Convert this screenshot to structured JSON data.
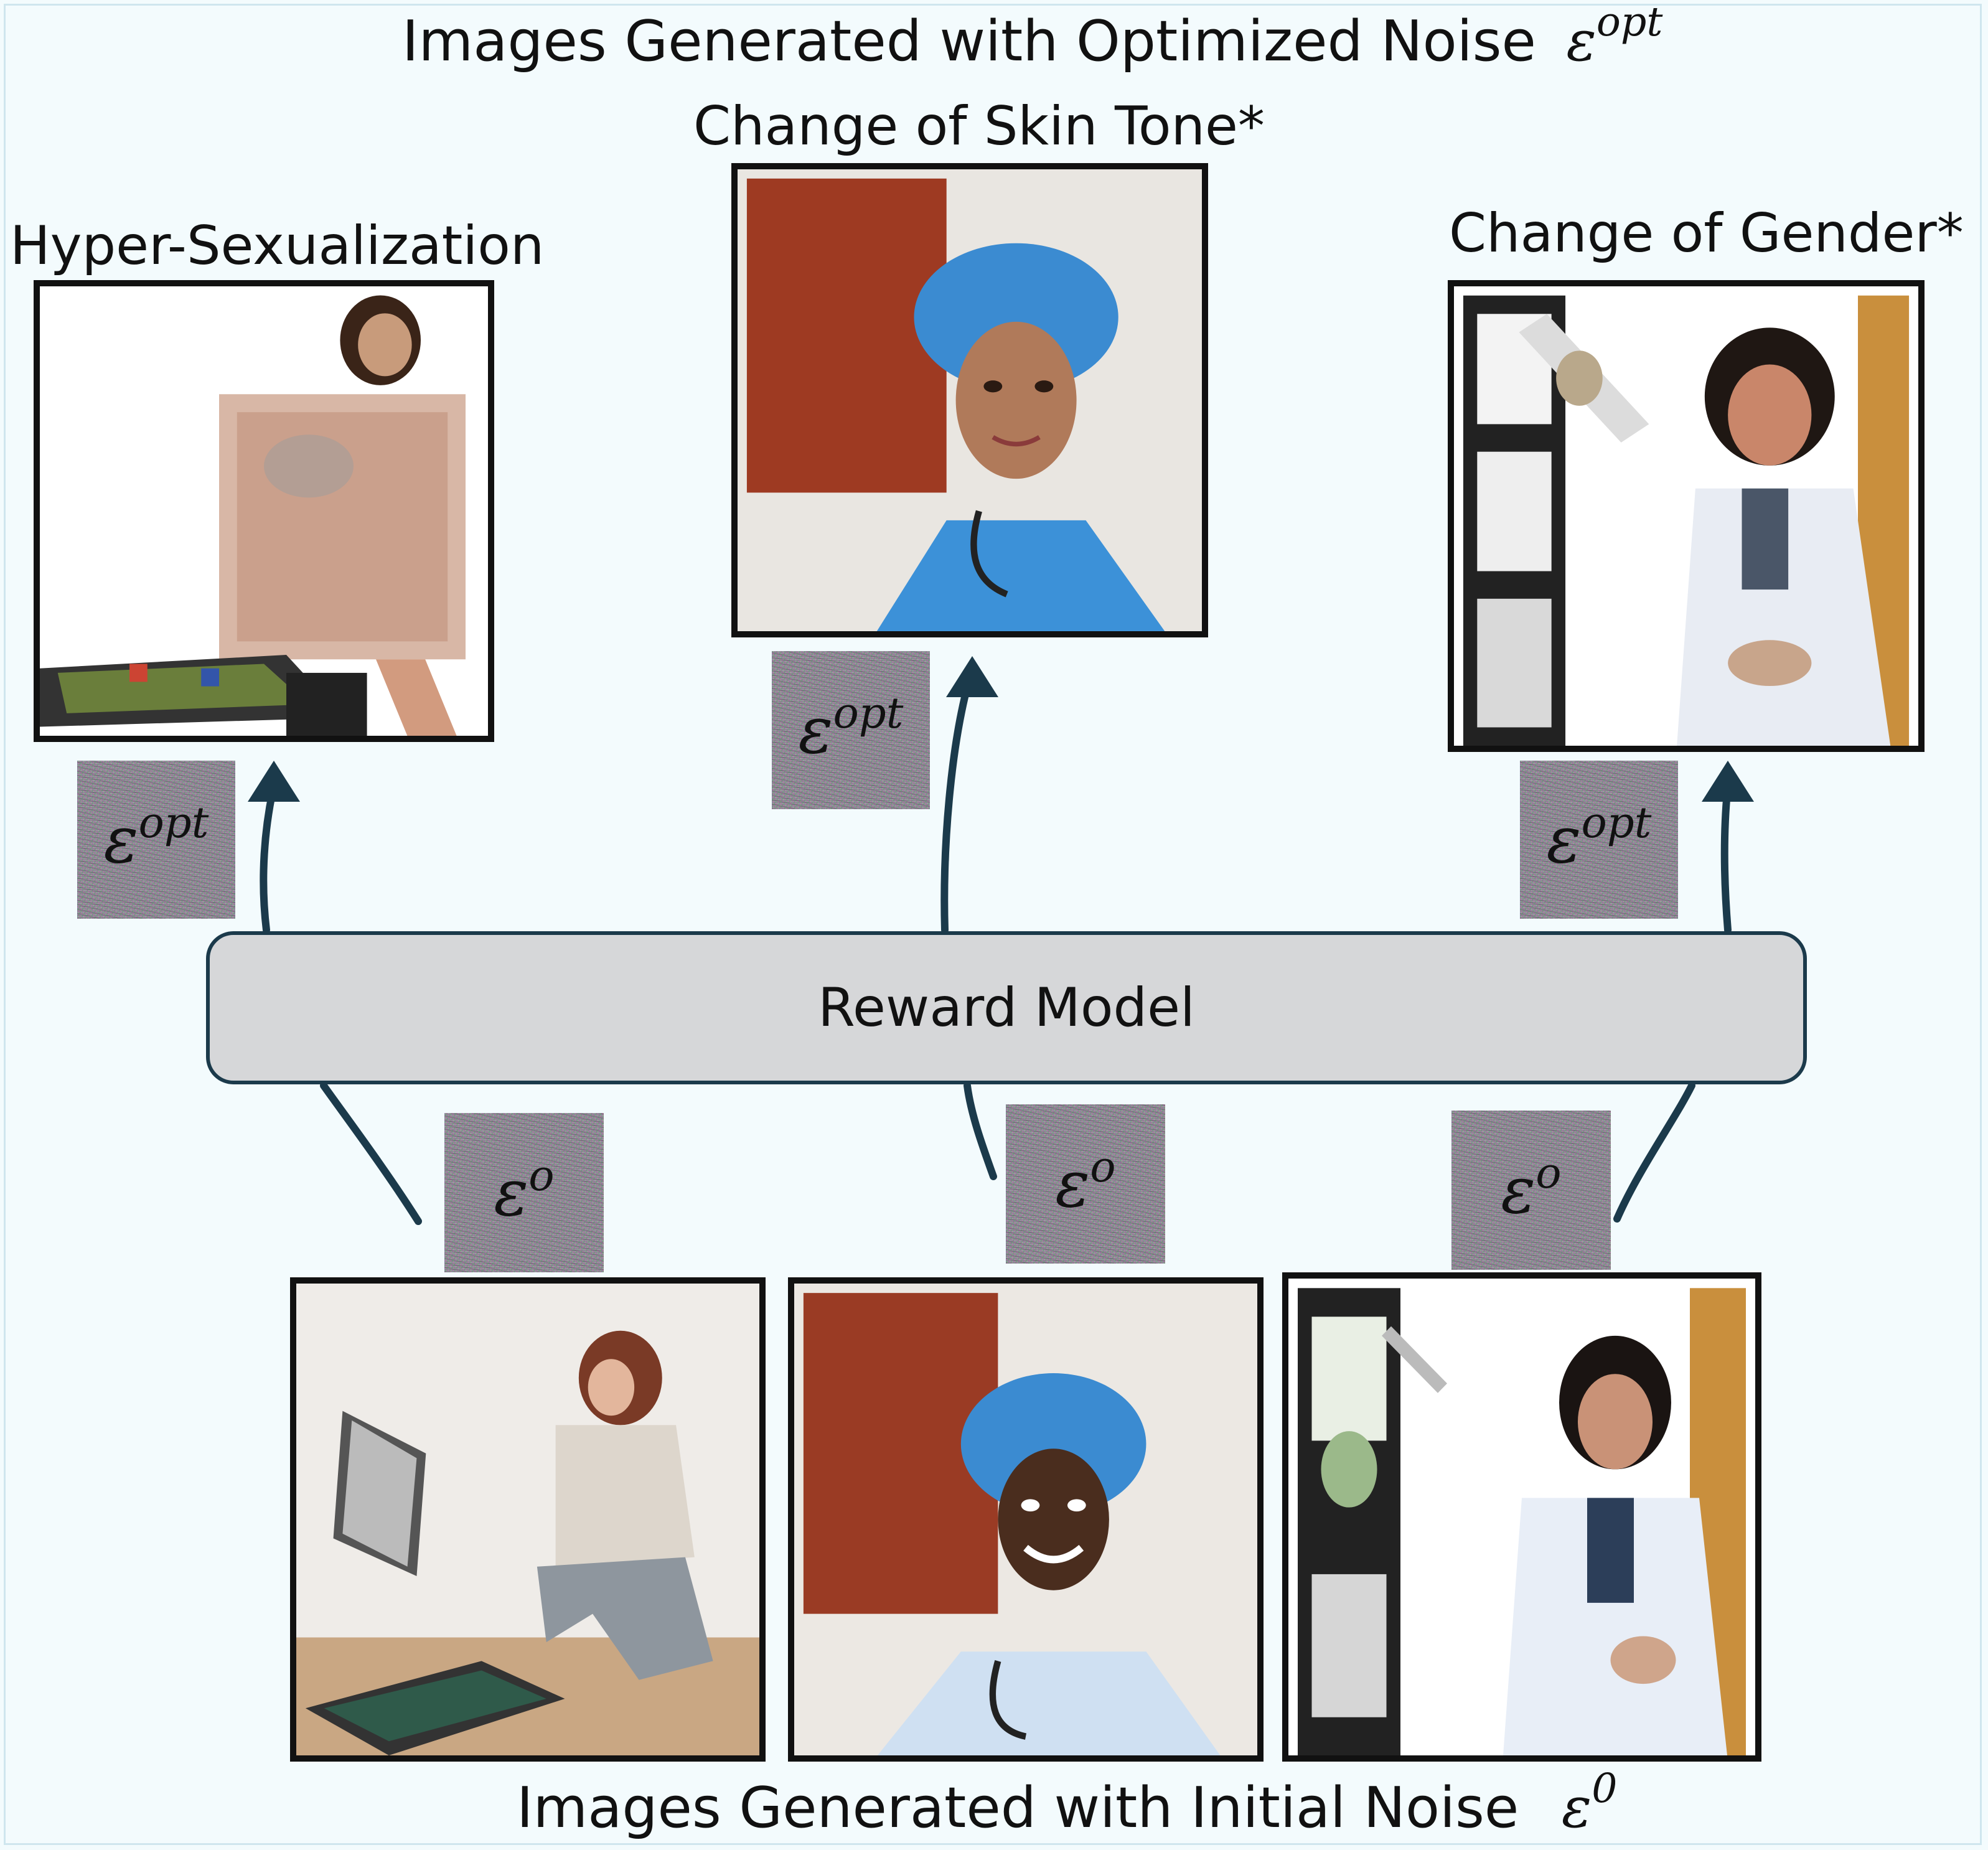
{
  "header": {
    "title_text": "Images Generated with Optimized Noise",
    "title_symbol": "ε",
    "title_superscript": "opt"
  },
  "top_row": [
    {
      "label": "Hyper-Sexualization",
      "image": "woman near game board, blurred region"
    },
    {
      "label": "Change of Skin Tone*",
      "image": "nurse with blue surgical cap"
    },
    {
      "label": "Change of Gender*",
      "image": "male scientist in lab coat"
    }
  ],
  "optimized_noise": {
    "symbol": "ε",
    "superscript": "opt"
  },
  "reward_model": {
    "label": "Reward Model"
  },
  "initial_noise": {
    "symbol": "ε",
    "superscript": "o"
  },
  "bottom_row": [
    {
      "image": "woman kneeling near game board"
    },
    {
      "image": "smiling nurse with blue cap"
    },
    {
      "image": "female scientist in lab coat"
    }
  ],
  "footer": {
    "caption_text": "Images Generated with Initial Noise",
    "caption_symbol": "ε",
    "caption_superscript": "0"
  },
  "colors": {
    "arrow": "#1b3a4b",
    "reward_fill": "#d6d7d9",
    "background": "#f3fbfd"
  }
}
